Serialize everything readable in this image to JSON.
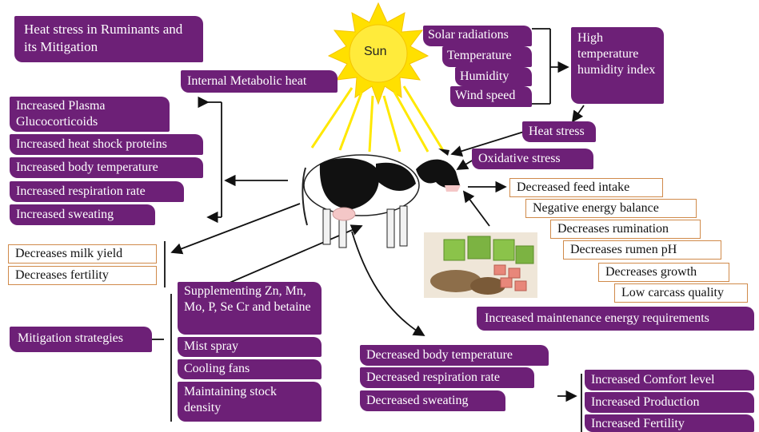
{
  "title": "Heat stress in Ruminants and its Mitigation",
  "sun_label": "Sun",
  "climate_factors": [
    "Solar radiations",
    "Temperature",
    "Humidity",
    "Wind speed"
  ],
  "thi": "High temperature humidity index",
  "internal_heat": "Internal Metabolic heat",
  "physio_responses": [
    "Increased Plasma Glucocorticoids",
    "Increased heat shock proteins",
    "Increased body temperature",
    "Increased respiration rate",
    "Increased sweating"
  ],
  "heat_stress": "Heat stress",
  "oxidative_stress": "Oxidative stress",
  "production_effects": [
    "Decreased feed intake",
    "Negative energy balance",
    "Decreases rumination",
    "Decreases rumen pH",
    "Decreases growth",
    "Low carcass quality"
  ],
  "maintenance": "Increased maintenance energy requirements",
  "reproduction_effects": [
    "Decreases milk yield",
    "Decreases fertility"
  ],
  "mitigation_label": "Mitigation strategies",
  "mitigation_items": [
    "Supplementing Zn, Mn, Mo, P, Se Cr and betaine",
    "Mist spray",
    "Cooling fans",
    "Maintaining stock density"
  ],
  "mitigation_effects": [
    "Decreased body temperature",
    "Decreased respiration rate",
    "Decreased sweating"
  ],
  "outcomes": [
    "Increased Comfort level",
    "Increased Production",
    "Increased Fertility"
  ],
  "colors": {
    "box": "#6d2077",
    "outline": "#d08a4a",
    "sun": "#ffe000"
  }
}
